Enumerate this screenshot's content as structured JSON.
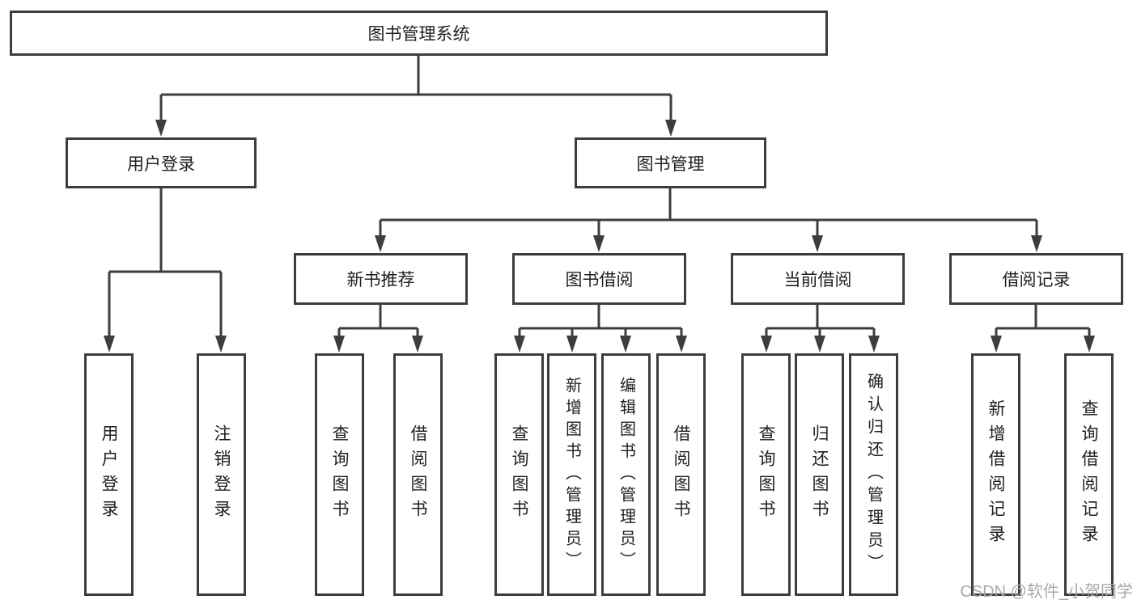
{
  "diagram": {
    "type": "tree",
    "root": {
      "label": "图书管理系统"
    },
    "level2": [
      {
        "id": "user-login",
        "label": "用户登录"
      },
      {
        "id": "book-management",
        "label": "图书管理"
      }
    ],
    "level3": [
      {
        "id": "new-book-recommend",
        "label": "新书推荐",
        "parent": "book-management"
      },
      {
        "id": "book-borrowing",
        "label": "图书借阅",
        "parent": "book-management"
      },
      {
        "id": "current-borrowing",
        "label": "当前借阅",
        "parent": "book-management"
      },
      {
        "id": "borrowing-records",
        "label": "借阅记录",
        "parent": "book-management"
      }
    ],
    "leaves": [
      {
        "id": "user-login-action",
        "label": "用户登录",
        "parent": "user-login"
      },
      {
        "id": "logout",
        "label": "注销登录",
        "parent": "user-login"
      },
      {
        "id": "query-books-recommend",
        "label": "查询图书",
        "parent": "new-book-recommend"
      },
      {
        "id": "borrow-books-recommend",
        "label": "借阅图书",
        "parent": "new-book-recommend"
      },
      {
        "id": "query-books-borrowing",
        "label": "查询图书",
        "parent": "book-borrowing"
      },
      {
        "id": "add-books-admin",
        "label": "新增图书（管理员）",
        "parent": "book-borrowing"
      },
      {
        "id": "edit-books-admin",
        "label": "编辑图书（管理员）",
        "parent": "book-borrowing"
      },
      {
        "id": "borrow-books-borrowing",
        "label": "借阅图书",
        "parent": "book-borrowing"
      },
      {
        "id": "query-books-current",
        "label": "查询图书",
        "parent": "current-borrowing"
      },
      {
        "id": "return-books",
        "label": "归还图书",
        "parent": "current-borrowing"
      },
      {
        "id": "confirm-return-admin",
        "label": "确认归还（管理员）",
        "parent": "current-borrowing"
      },
      {
        "id": "add-borrow-record",
        "label": "新增借阅记录",
        "parent": "borrowing-records"
      },
      {
        "id": "query-borrow-record",
        "label": "查询借阅记录",
        "parent": "borrowing-records"
      }
    ]
  },
  "watermark": {
    "text": "CSDN @软件_小贺同学"
  },
  "colors": {
    "line": "#3d3d3d",
    "box_border": "#3d3d3d",
    "text": "#1f1f1f",
    "watermark": "#a8a8a8",
    "background": "#ffffff"
  }
}
